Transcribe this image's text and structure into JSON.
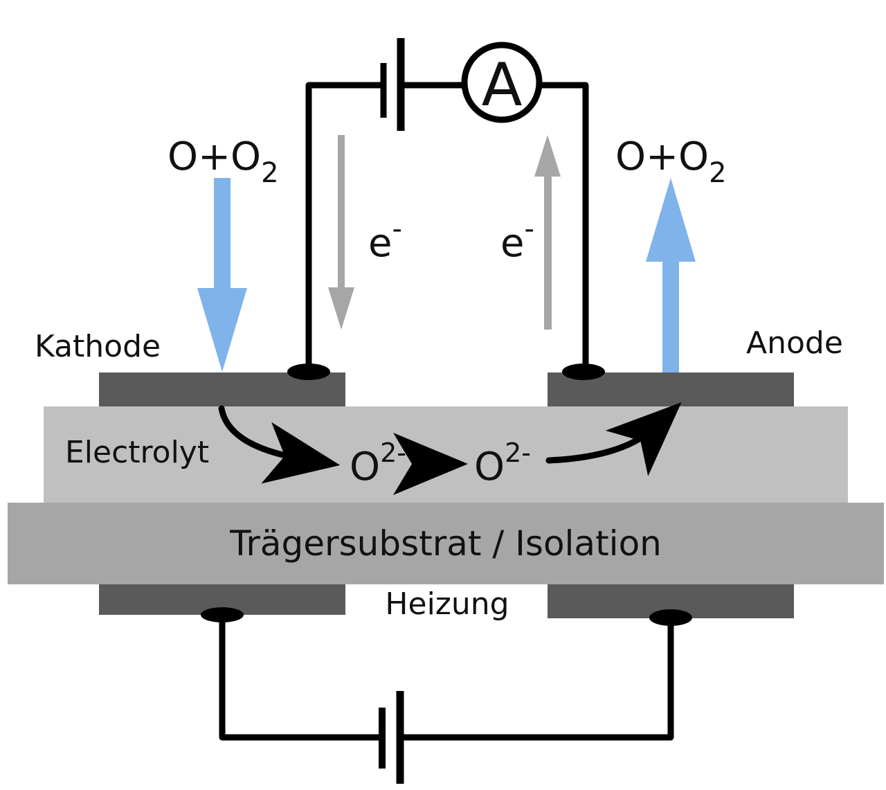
{
  "labels": {
    "cathode": "Kathode",
    "anode": "Anode",
    "electrolyte": "Electrolyt",
    "substrate": "Trägersubstrat / Isolation",
    "heater": "Heizung",
    "ammeter": "A",
    "electron_left": "e",
    "electron_right": "e",
    "electron_charge": "-",
    "gas_in": "O+O",
    "gas_out": "O+O",
    "gas_subscript": "2",
    "ion_1": "O",
    "ion_2": "O",
    "ion_charge": "2-"
  },
  "colors": {
    "background": "#ffffff",
    "electrode": "#5a5a5a",
    "electrolyte": "#c0c0c0",
    "substrate": "#a6a6a6",
    "heater": "#5a5a5a",
    "wire": "#000000",
    "gas_arrow": "#7fb3ea",
    "electron_arrow": "#a6a6a6",
    "ion_arrow": "#000000"
  }
}
